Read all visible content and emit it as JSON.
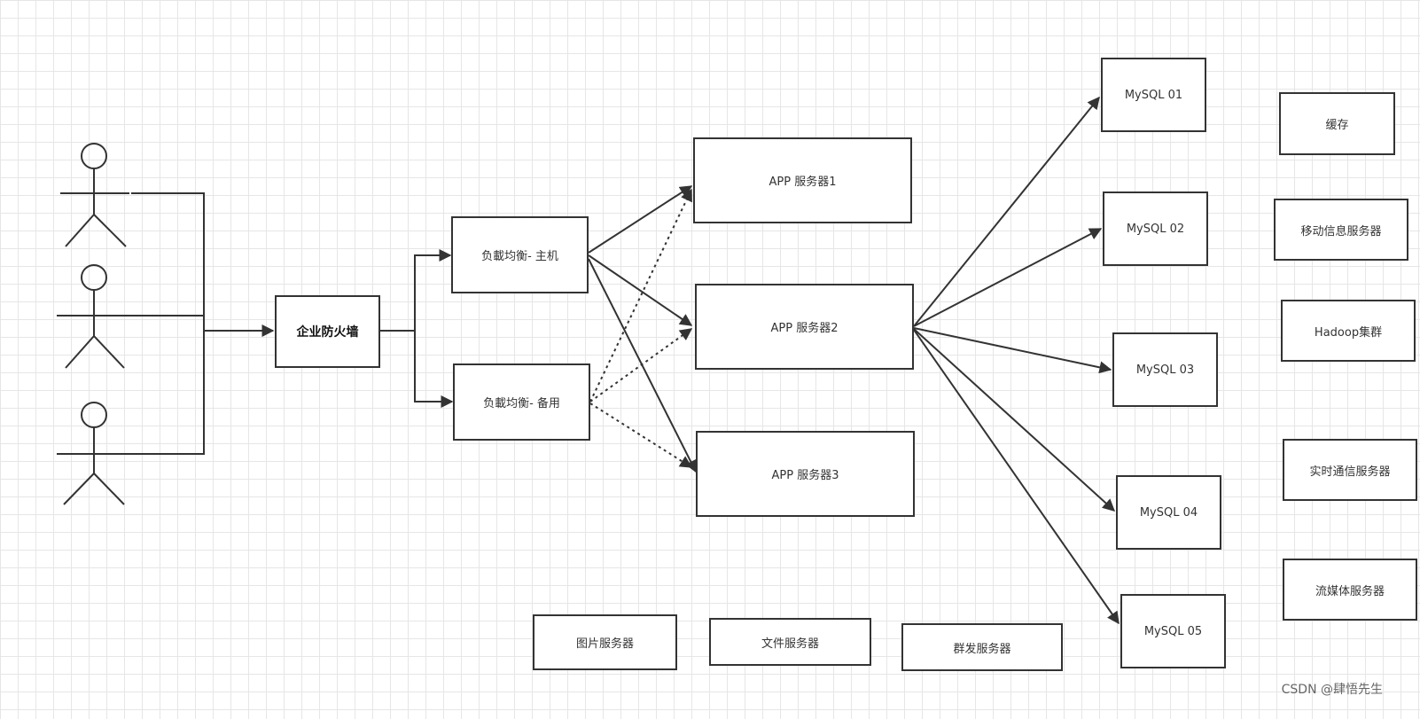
{
  "diagram": {
    "firewall": "企业防火墙",
    "load_balancers": {
      "primary": "负載均衡- 主机",
      "backup": "负載均衡- 备用"
    },
    "app_servers": [
      "APP 服务器1",
      "APP 服务器2",
      "APP 服务器3"
    ],
    "databases": [
      "MySQL 01",
      "MySQL 02",
      "MySQL 03",
      "MySQL 04",
      "MySQL 05"
    ],
    "side_services": [
      "缓存",
      "移动信息服务器",
      "Hadoop集群",
      "实时通信服务器",
      "流媒体服务器"
    ],
    "bottom_services": [
      "图片服务器",
      "文件服务器",
      "群发服务器"
    ]
  },
  "watermark": "CSDN @肆悟先生",
  "colors": {
    "stroke": "#333333",
    "grid": "#e6e6e6",
    "background": "#ffffff"
  }
}
